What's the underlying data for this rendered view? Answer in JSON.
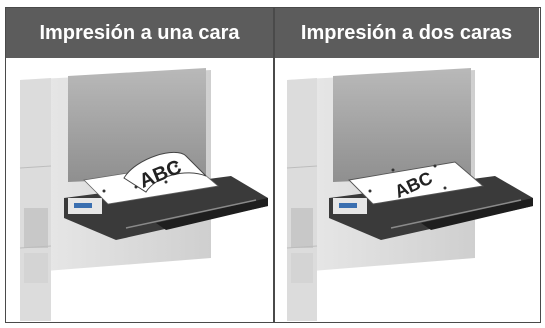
{
  "table": {
    "columns": [
      {
        "header": "Impresión a una cara",
        "paper_label": "ABC"
      },
      {
        "header": "Impresión a dos caras",
        "paper_label": "ABC"
      }
    ]
  }
}
